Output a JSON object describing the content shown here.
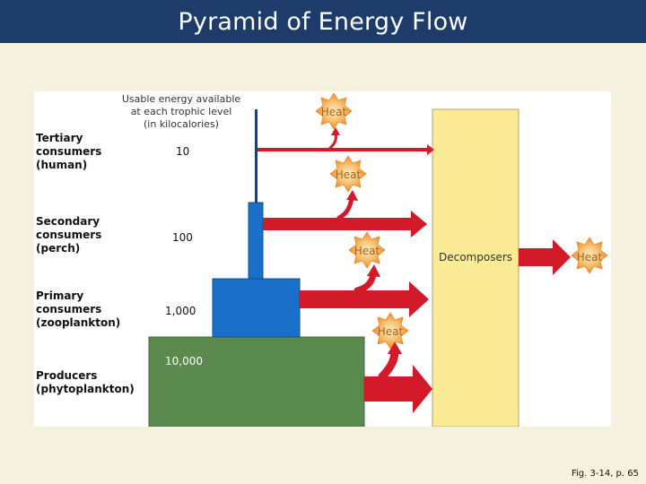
{
  "slide": {
    "title": "Pyramid of Energy Flow",
    "caption": "Fig. 3-14, p. 65"
  },
  "diagram": {
    "header": [
      "Usable energy available",
      "at each trophic level",
      "(in kilocalories)"
    ],
    "levels": [
      {
        "name_lines": [
          "Tertiary",
          "consumers",
          "(human)"
        ],
        "energy": "10"
      },
      {
        "name_lines": [
          "Secondary",
          "consumers",
          "(perch)"
        ],
        "energy": "100"
      },
      {
        "name_lines": [
          "Primary",
          "consumers",
          "(zooplankton)"
        ],
        "energy": "1,000"
      },
      {
        "name_lines": [
          "Producers",
          "(phytoplankton)"
        ],
        "energy": "10,000"
      }
    ],
    "heat_label": "Heat",
    "decomposers_label": "Decomposers",
    "colors": {
      "producers": "#5a8a4e",
      "primary": "#1a6fc9",
      "secondary": "#1a6fc9",
      "tertiary": "#1b3f6e",
      "decomposers": "#fbeb96",
      "arrow": "#d21a2b",
      "heat": "#f29a35",
      "title_bar": "#1d3c6a"
    }
  }
}
